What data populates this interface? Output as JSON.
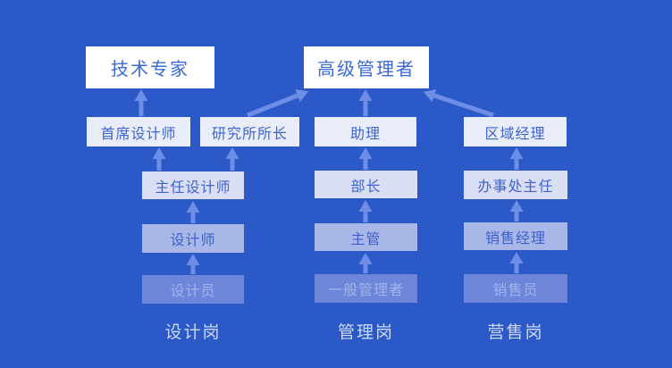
{
  "colors": {
    "background": "#2b5ac8",
    "arrow": "#6e8de6",
    "row1_bg": "#ffffff",
    "row1_text": "#3c69d8",
    "row2_bg": "#e9ecf9",
    "row2_text": "#3e65d0",
    "row3_bg": "#d9def4",
    "row3_text": "#3e64cf",
    "row4_bg": "#a9b7e8",
    "row4_text": "#3c60ca",
    "row5_bg": "#6e86da",
    "row5_text": "#a2b3ec",
    "footer_text": "#ccd8f6"
  },
  "nodes": {
    "tech_expert": "技术专家",
    "senior_manager": "高级管理者",
    "chief_designer": "首席设计师",
    "institute_director": "研究所所长",
    "assistant": "助理",
    "regional_manager": "区域经理",
    "director_designer": "主任设计师",
    "department_head": "部长",
    "office_director": "办事处主任",
    "designer": "设计师",
    "supervisor": "主管",
    "sales_manager": "销售经理",
    "design_clerk": "设计员",
    "general_manager": "一般管理者",
    "salesperson": "销售员"
  },
  "footers": {
    "design": "设计岗",
    "management": "管理岗",
    "sales": "营售岗"
  }
}
